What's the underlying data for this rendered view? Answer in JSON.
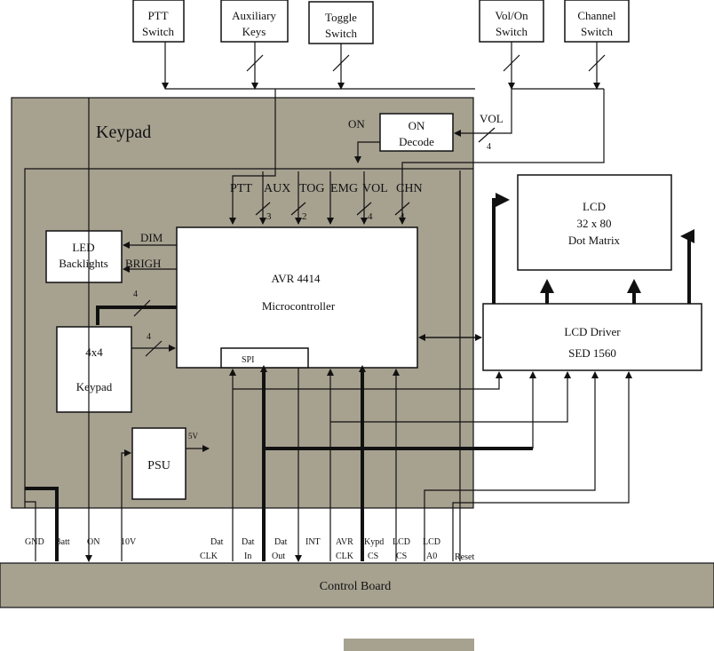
{
  "top_blocks": {
    "ptt": [
      "PTT",
      "Switch"
    ],
    "aux": [
      "Auxiliary",
      "Keys"
    ],
    "toggle": [
      "Toggle",
      "Switch"
    ],
    "volon": [
      "Vol/On",
      "Switch"
    ],
    "channel": [
      "Channel",
      "Switch"
    ]
  },
  "keypad_panel": {
    "title": "Keypad"
  },
  "on_decode": {
    "lines": [
      "ON",
      "Decode"
    ],
    "on_label": "ON",
    "vol_label": "VOL",
    "vol_bus": "4"
  },
  "mcu": {
    "lines": [
      "AVR 4414",
      "Microcontroller"
    ],
    "spi": "SPI",
    "inputs": [
      "PTT",
      "AUX",
      "TOG",
      "EMG",
      "VOL",
      "CHN"
    ],
    "bus_widths": [
      "3",
      "2",
      "4",
      "4"
    ]
  },
  "led": {
    "lines": [
      "LED",
      "Backlights"
    ],
    "dim": "DIM",
    "brigh": "BRIGH"
  },
  "keypad4x4": {
    "lines": [
      "4x4",
      "Keypad"
    ],
    "bus_top": "4",
    "bus_mid": "4"
  },
  "psu": {
    "label": "PSU",
    "out": "5V"
  },
  "lcd": {
    "lines": [
      "LCD",
      "32 x 80",
      "Dot Matrix"
    ]
  },
  "lcd_driver": {
    "lines": [
      "LCD Driver",
      "SED 1560"
    ]
  },
  "connector_labels": [
    [
      "GND"
    ],
    [
      "Batt"
    ],
    [
      "ON"
    ],
    [
      "10V"
    ],
    [
      "Dat",
      "CLK"
    ],
    [
      "Dat",
      "In"
    ],
    [
      "Dat",
      "Out"
    ],
    [
      "INT"
    ],
    [
      "AVR",
      "CLK"
    ],
    [
      "Kypd",
      "CS"
    ],
    [
      "LCD",
      "CS"
    ],
    [
      "LCD",
      "A0"
    ],
    [
      "Reset"
    ]
  ],
  "control_board": {
    "label": "Control Board"
  }
}
